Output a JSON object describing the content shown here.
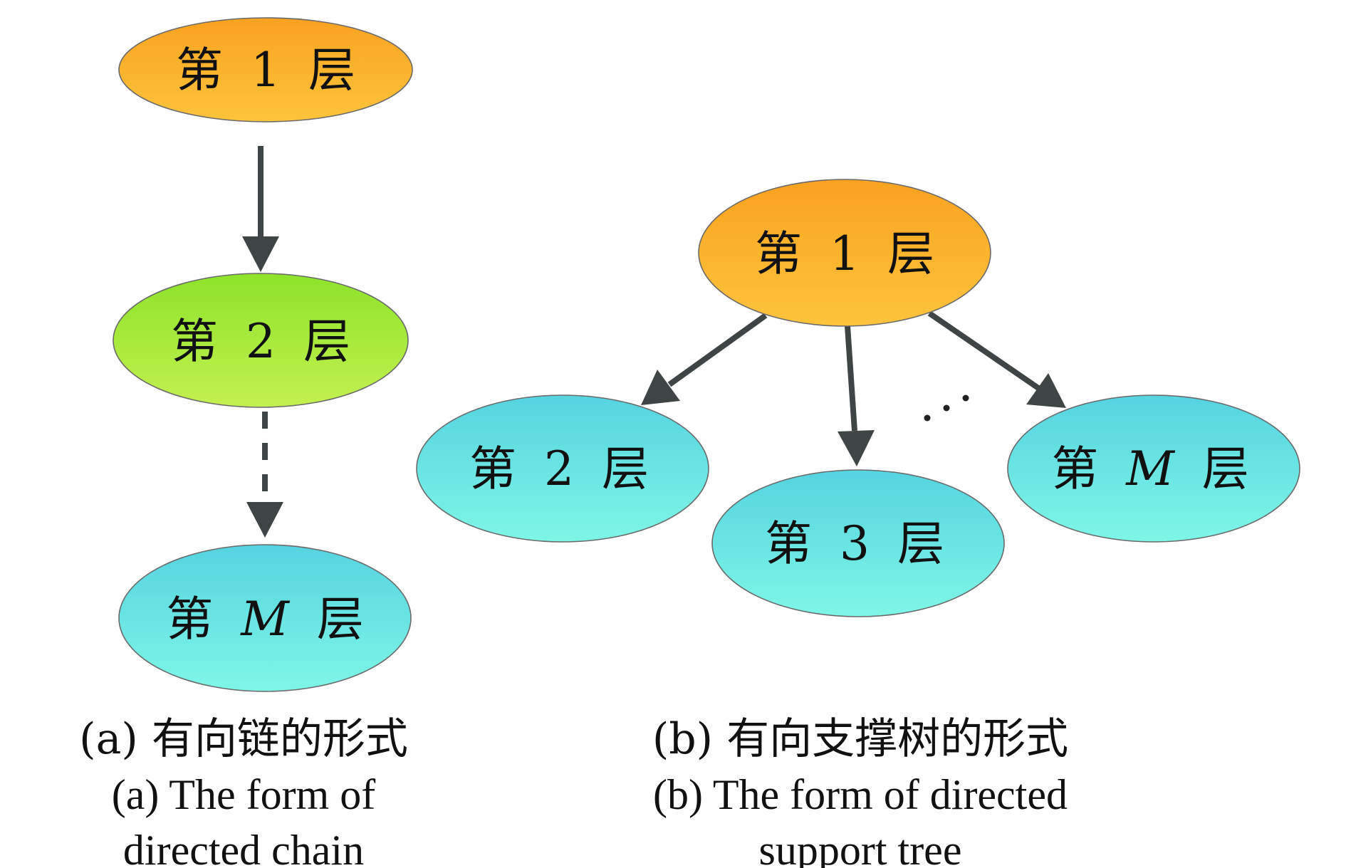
{
  "colors": {
    "orange_top": "#f9a21f",
    "orange_bottom": "#fdc43c",
    "green_top": "#8de32a",
    "green_bottom": "#c3f050",
    "cyan_top": "#55d3e0",
    "cyan_bottom": "#7ef6e6",
    "edge": "#3f4545"
  },
  "diagram_a": {
    "nodes": [
      {
        "id": "a1",
        "prefix": "第",
        "num": "1",
        "suffix": "层",
        "italic": false,
        "color": "orange"
      },
      {
        "id": "a2",
        "prefix": "第",
        "num": "2",
        "suffix": "层",
        "italic": false,
        "color": "green"
      },
      {
        "id": "aM",
        "prefix": "第",
        "num": "M",
        "suffix": "层",
        "italic": true,
        "color": "cyan"
      }
    ],
    "edges": [
      {
        "from": "a1",
        "to": "a2",
        "style": "solid"
      },
      {
        "from": "a2",
        "to": "aM",
        "style": "dashed"
      }
    ],
    "caption_zh": "(a) 有向链的形式",
    "caption_en_line1": "(a) The form of",
    "caption_en_line2": "directed chain"
  },
  "diagram_b": {
    "nodes": [
      {
        "id": "b1",
        "prefix": "第",
        "num": "1",
        "suffix": "层",
        "italic": false,
        "color": "orange"
      },
      {
        "id": "b2",
        "prefix": "第",
        "num": "2",
        "suffix": "层",
        "italic": false,
        "color": "cyan"
      },
      {
        "id": "b3",
        "prefix": "第",
        "num": "3",
        "suffix": "层",
        "italic": false,
        "color": "cyan"
      },
      {
        "id": "bM",
        "prefix": "第",
        "num": "M",
        "suffix": "层",
        "italic": true,
        "color": "cyan"
      }
    ],
    "edges": [
      {
        "from": "b1",
        "to": "b2",
        "style": "solid"
      },
      {
        "from": "b1",
        "to": "b3",
        "style": "solid"
      },
      {
        "from": "b1",
        "to": "bM",
        "style": "solid"
      }
    ],
    "ellipsis": "···",
    "caption_zh": "(b) 有向支撑树的形式",
    "caption_en_line1": "(b) The form of directed",
    "caption_en_line2": "support tree"
  }
}
